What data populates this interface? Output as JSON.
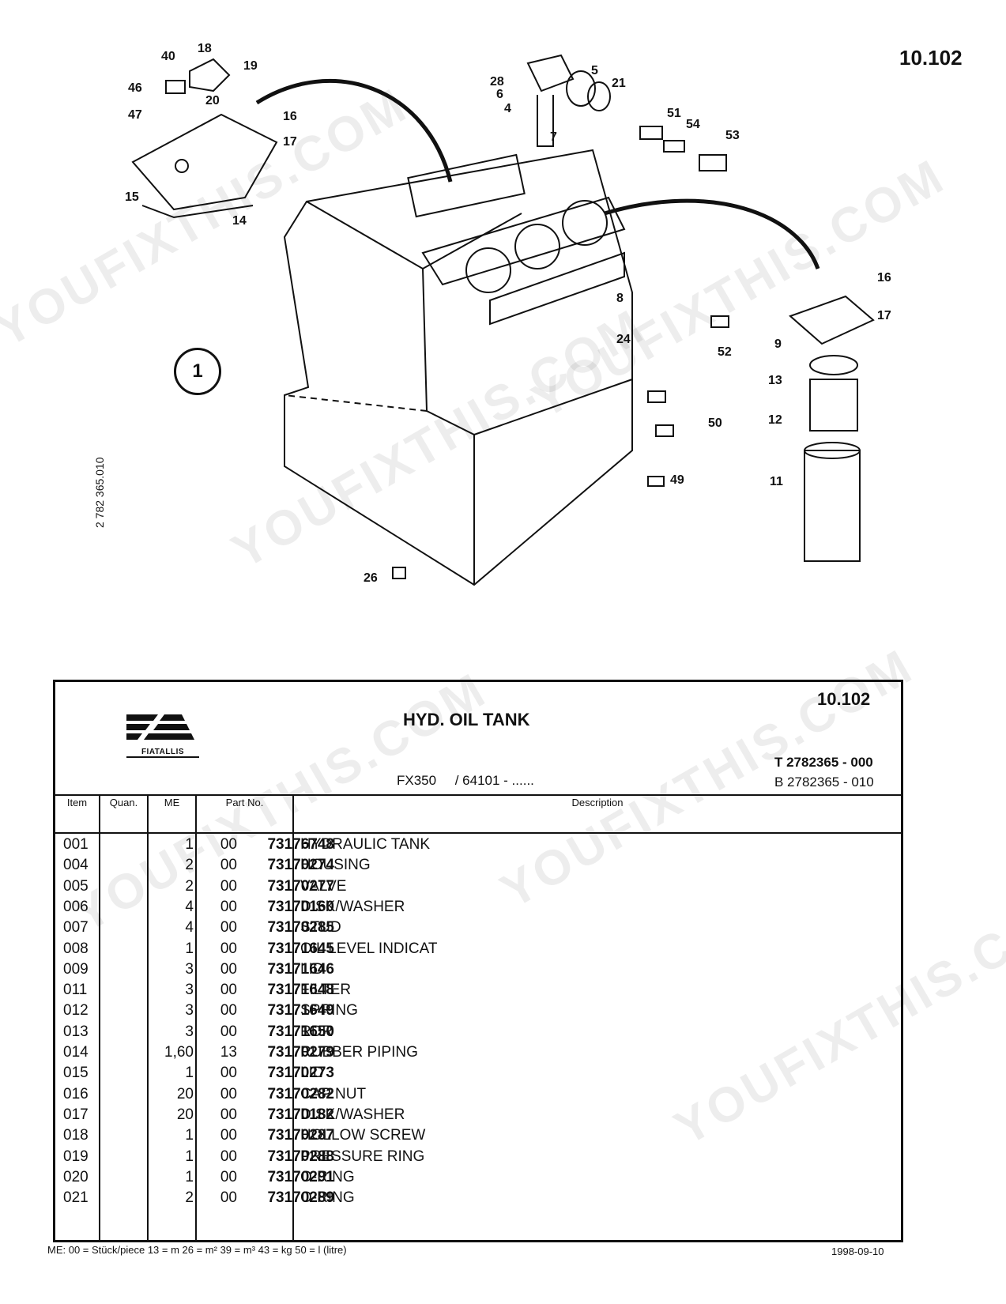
{
  "page": {
    "number": "10.102",
    "drawing_code": "2 782 365.010"
  },
  "diagram": {
    "view_marker": "1",
    "callouts": [
      "40",
      "18",
      "19",
      "46",
      "20",
      "47",
      "16",
      "17",
      "15",
      "14",
      "28",
      "6",
      "5",
      "21",
      "4",
      "7",
      "51",
      "54",
      "53",
      "16",
      "17",
      "9",
      "52",
      "8",
      "24",
      "13",
      "12",
      "50",
      "11",
      "49",
      "26"
    ]
  },
  "header": {
    "doc_number": "10.102",
    "title": "HYD. OIL TANK",
    "logo_text": "FIATALLIS",
    "model": "FX350",
    "serial": "/ 64101 - ......",
    "t_number": "T 2782365 - 000",
    "b_number": "B 2782365 - 010"
  },
  "table": {
    "columns": [
      "Item",
      "Quan.",
      "ME",
      "Part No.",
      "Description"
    ],
    "rows": [
      {
        "item": "001",
        "quan": "1",
        "me": "00",
        "part": "73176748",
        "desc": "HYDRAULIC TANK"
      },
      {
        "item": "004",
        "quan": "2",
        "me": "00",
        "part": "73170274",
        "desc": "HOUSING"
      },
      {
        "item": "005",
        "quan": "2",
        "me": "00",
        "part": "73170277",
        "desc": "VALVE"
      },
      {
        "item": "006",
        "quan": "4",
        "me": "00",
        "part": "73170160",
        "desc": "DISK/WASHER"
      },
      {
        "item": "007",
        "quan": "4",
        "me": "00",
        "part": "73170285",
        "desc": "STUD"
      },
      {
        "item": "008",
        "quan": "1",
        "me": "00",
        "part": "73171645",
        "desc": "OIL LEVEL INDICAT"
      },
      {
        "item": "009",
        "quan": "3",
        "me": "00",
        "part": "73171646",
        "desc": "LID"
      },
      {
        "item": "011",
        "quan": "3",
        "me": "00",
        "part": "73171648",
        "desc": "FILTER"
      },
      {
        "item": "012",
        "quan": "3",
        "me": "00",
        "part": "73171649",
        "desc": "SPRING"
      },
      {
        "item": "013",
        "quan": "3",
        "me": "00",
        "part": "73171650",
        "desc": "RDR"
      },
      {
        "item": "014",
        "quan": "1,60",
        "me": "13",
        "part": "73170279",
        "desc": "RUBBER PIPING"
      },
      {
        "item": "015",
        "quan": "1",
        "me": "00",
        "part": "73170273",
        "desc": "LID"
      },
      {
        "item": "016",
        "quan": "20",
        "me": "00",
        "part": "73170282",
        "desc": "CAP NUT"
      },
      {
        "item": "017",
        "quan": "20",
        "me": "00",
        "part": "73170182",
        "desc": "DISK/WASHER"
      },
      {
        "item": "018",
        "quan": "1",
        "me": "00",
        "part": "73170287",
        "desc": "HOLLOW SCREW"
      },
      {
        "item": "019",
        "quan": "1",
        "me": "00",
        "part": "73170288",
        "desc": "PRESSURE RING"
      },
      {
        "item": "020",
        "quan": "1",
        "me": "00",
        "part": "73170291",
        "desc": "O-RING"
      },
      {
        "item": "021",
        "quan": "2",
        "me": "00",
        "part": "73170289",
        "desc": "O-RING"
      }
    ]
  },
  "footer": {
    "me_legend": "ME:  00 = Stück/piece    13 = m    26 = m²    39 = m³    43 = kg    50 = l (litre)",
    "date": "1998-09-10"
  },
  "watermark_text": "YOUFIXTHIS.COM"
}
